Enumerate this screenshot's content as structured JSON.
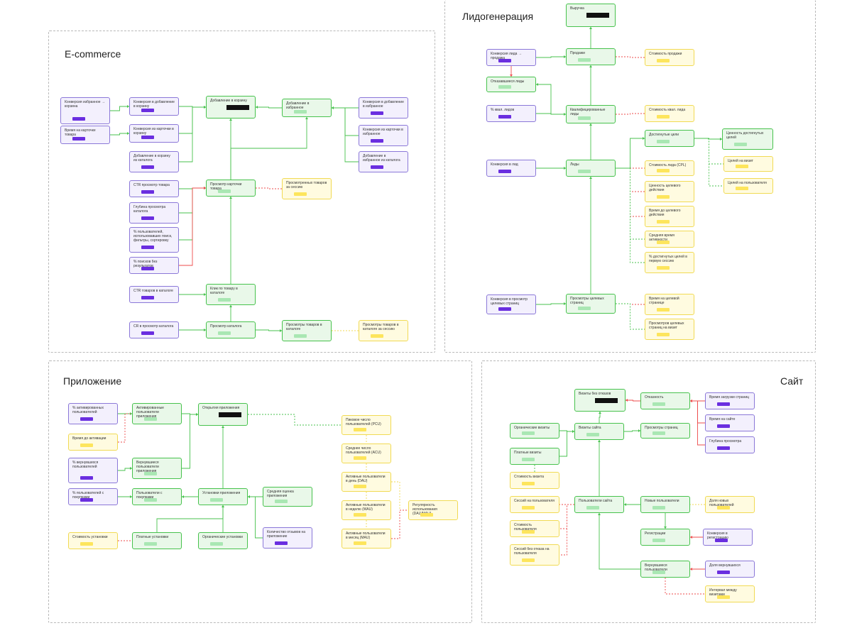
{
  "panels": {
    "ecommerce": "E-commerce",
    "leadgen": "Лидогенерация",
    "app": "Приложение",
    "site": "Сайт"
  },
  "colors": {
    "green": "#47c24d",
    "red": "#ee4b4b",
    "purple": "#8b78d8",
    "yellow": "#f1da54"
  },
  "nodes": {
    "ec_conv_cart": "Конверсия избранное → корзина",
    "ec_time_card": "Время на карточке товара",
    "ec_conv_add_cart": "Конверсия в добавление в корзину",
    "ec_conv_card_cart": "Конверсия из карточки в корзину",
    "ec_add_cart_catalog": "Добавление в корзину из каталога",
    "ec_add_cart": "Добавление в корзину",
    "ec_add_fav": "Добавление в избранное",
    "ec_conv_fav": "Конверсия в добавление в избранное",
    "ec_conv_card_fav": "Конверсия из карточки в избранное",
    "ec_fav_catalog": "Добавление в избранное из каталога",
    "ec_ctr_view": "CTR просмотр товара",
    "ec_view_card": "Просмотр карточки товара",
    "ec_viewed_per": "Просмотренных товаров за сессию",
    "ec_depth": "Глубина просмотра каталога",
    "ec_pct_tools": "% пользователей, использовавших поиск, фильтры, сортировку",
    "ec_pct_noresult": "% поисков без результатов",
    "ec_ctr_click": "CTR товаров в каталоге",
    "ec_click": "Клик по товару в каталоге",
    "ec_cr_catalog": "CR в просмотр каталога",
    "ec_view_catalog": "Просмотр каталога",
    "ec_views_in_cat": "Просмотры товаров в каталоге",
    "ec_views_per_session": "Просмотры товаров в каталоге за сессию",
    "lg_revenue": "Выручка",
    "lg_conv_sale": "Конверсия лида → продажа",
    "lg_sales": "Продажи",
    "lg_sale_cost": "Стоимость продажи",
    "lg_lost": "Отказавшиеся лиды",
    "lg_pct_qual": "% квал. лидов",
    "lg_qualified": "Квалифицированные лиды",
    "lg_qual_cost": "Стоимость квал. лида",
    "lg_conv_lead": "Конверсия в лид",
    "lg_leads": "Лиды",
    "lg_reached": "Достигнутые цели",
    "lg_goal_value": "Ценность достигнутых целей",
    "lg_goals_visit": "Целей на визит",
    "lg_goals_user": "Целей на пользователя",
    "lg_cpl": "Стоимость лида (CPL)",
    "lg_value_action": "Ценность целевого действия",
    "lg_time_action": "Время до целевого действия",
    "lg_avg_activity": "Средняя время активности",
    "lg_pct_first": "% достигнутых целей в первую сессию",
    "lg_conv_view": "Конверсия в просмотр целевых страниц",
    "lg_target_view": "Просмотры целевых страниц",
    "lg_time_target": "Время на целевой странице",
    "lg_views_target": "Просмотров целевых страниц на визит",
    "ap_pct_active": "% активированных пользователей",
    "ap_activated": "Активированные пользователи приложения",
    "ap_open": "Открытия приложения",
    "ap_time_act": "Время до активации",
    "ap_pct_return": "% вернувшихся пользователей",
    "ap_return": "Вернувшиеся пользователи приложения",
    "ap_pct_buyers": "% пользователей с покупками",
    "ap_buyers": "Пользователи с покупками",
    "ap_installs": "Установки приложения",
    "ap_rating": "Средняя оценка приложения",
    "ap_reviews": "Количество отзывов на приложение",
    "ap_install_cost": "Стоимость установки",
    "ap_paid": "Платные установки",
    "ap_organic": "Органические установки",
    "ap_pcu": "Пиковое число пользователей (PCU)",
    "ap_acu": "Среднее число пользователей (ACU)",
    "ap_dau": "Активные пользователи в день (DAU)",
    "ap_wau": "Активные пользователи в неделю (WAU)",
    "ap_mau": "Активные пользователи в месяц (MAU)",
    "ap_stickiness": "Регулярность использования (DAU/MAU)",
    "st_no_bounce": "Визиты без отказов",
    "st_bounce": "Отказность",
    "st_time_page": "Время загрузки страниц",
    "st_org": "Органические визиты",
    "st_visits": "Визиты сайта",
    "st_pageviews": "Просмотры страниц",
    "st_time_site": "Время на сайте",
    "st_paid": "Платные визиты",
    "st_depth": "Глубина просмотра",
    "st_visit_cost": "Стоимость визита",
    "st_sessions_user": "Сессий на пользователя",
    "st_users": "Пользователи сайта",
    "st_new": "Новые пользователи",
    "st_new_rate": "Доля новых пользователей",
    "st_users_cost": "Стоимость пользователя",
    "st_registrations": "Регистрации",
    "st_conv_reg": "Конверсия в регистрацию",
    "st_sessions_one": "Сессий без отказа на пользователя",
    "st_returning": "Вернувшиеся пользователи",
    "st_returning_rate": "Доля вернувшихся",
    "st_interval": "Интервал между визитами"
  }
}
